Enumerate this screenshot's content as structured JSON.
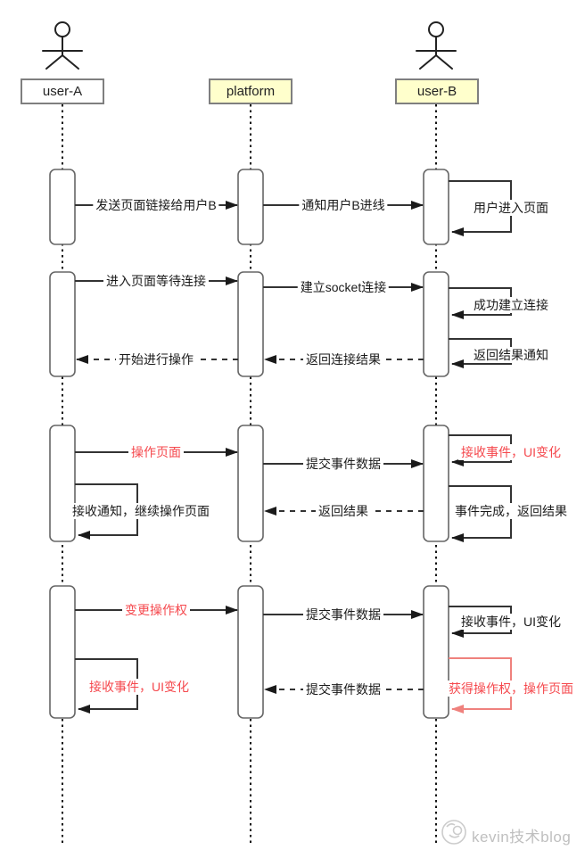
{
  "diagram": {
    "type": "uml-sequence",
    "colors": {
      "line": "#333333",
      "arrowhead": "#1a1a1a",
      "red_text": "#f5484d",
      "red_line": "#ef817d",
      "participant_fill": "#ffffcc",
      "watermark_gray": "#bfbfbf"
    },
    "actors": [
      {
        "id": "user-A",
        "label": "user-A",
        "kind": "actor",
        "fill": "#ffffff"
      },
      {
        "id": "platform",
        "label": "platform",
        "kind": "participant",
        "fill": "#ffffcc"
      },
      {
        "id": "user-B",
        "label": "user-B",
        "kind": "actor",
        "fill": "#ffffcc"
      }
    ],
    "messages": [
      {
        "from": "user-A",
        "to": "platform",
        "label": "发送页面链接给用户B",
        "style": "solid",
        "color": "black"
      },
      {
        "from": "platform",
        "to": "user-B",
        "label": "通知用户B进线",
        "style": "solid",
        "color": "black"
      },
      {
        "from": "user-B",
        "to": "user-B",
        "label": "用户进入页面",
        "style": "self",
        "color": "black"
      },
      {
        "from": "user-A",
        "to": "platform",
        "label": "进入页面等待连接",
        "style": "solid",
        "color": "black"
      },
      {
        "from": "platform",
        "to": "user-B",
        "label": "建立socket连接",
        "style": "solid",
        "color": "black"
      },
      {
        "from": "user-B",
        "to": "user-B",
        "label": "成功建立连接",
        "style": "self",
        "color": "black"
      },
      {
        "from": "user-B",
        "to": "user-B",
        "label": "返回结果通知",
        "style": "self",
        "color": "black"
      },
      {
        "from": "user-B",
        "to": "platform",
        "label": "返回连接结果",
        "style": "dashed",
        "color": "black"
      },
      {
        "from": "platform",
        "to": "user-A",
        "label": "开始进行操作",
        "style": "dashed",
        "color": "black"
      },
      {
        "from": "user-A",
        "to": "platform",
        "label": "操作页面",
        "style": "solid",
        "color": "red"
      },
      {
        "from": "platform",
        "to": "user-B",
        "label": "提交事件数据",
        "style": "solid",
        "color": "black"
      },
      {
        "from": "user-B",
        "to": "user-B",
        "label": "接收事件，UI变化",
        "style": "self",
        "color": "red"
      },
      {
        "from": "user-B",
        "to": "user-B",
        "label": "事件完成，返回结果",
        "style": "self",
        "color": "black"
      },
      {
        "from": "user-B",
        "to": "platform",
        "label": "返回结果",
        "style": "dashed",
        "color": "black"
      },
      {
        "from": "user-A",
        "to": "user-A",
        "label": "接收通知，继续操作页面",
        "style": "self",
        "color": "black"
      },
      {
        "from": "user-A",
        "to": "platform",
        "label": "变更操作权",
        "style": "solid",
        "color": "red"
      },
      {
        "from": "platform",
        "to": "user-B",
        "label": "提交事件数据",
        "style": "solid",
        "color": "black"
      },
      {
        "from": "user-B",
        "to": "user-B",
        "label": "接收事件，UI变化",
        "style": "self",
        "color": "black"
      },
      {
        "from": "user-B",
        "to": "user-B",
        "label": "获得操作权，操作页面",
        "style": "self-red",
        "color": "red"
      },
      {
        "from": "user-B",
        "to": "platform",
        "label": "提交事件数据",
        "style": "dashed",
        "color": "black"
      },
      {
        "from": "user-A",
        "to": "user-A",
        "label": "接收事件，UI变化",
        "style": "self",
        "color": "red"
      }
    ]
  },
  "watermark": {
    "text": "kevin技术blog",
    "logo": "cat-doodle-icon"
  }
}
